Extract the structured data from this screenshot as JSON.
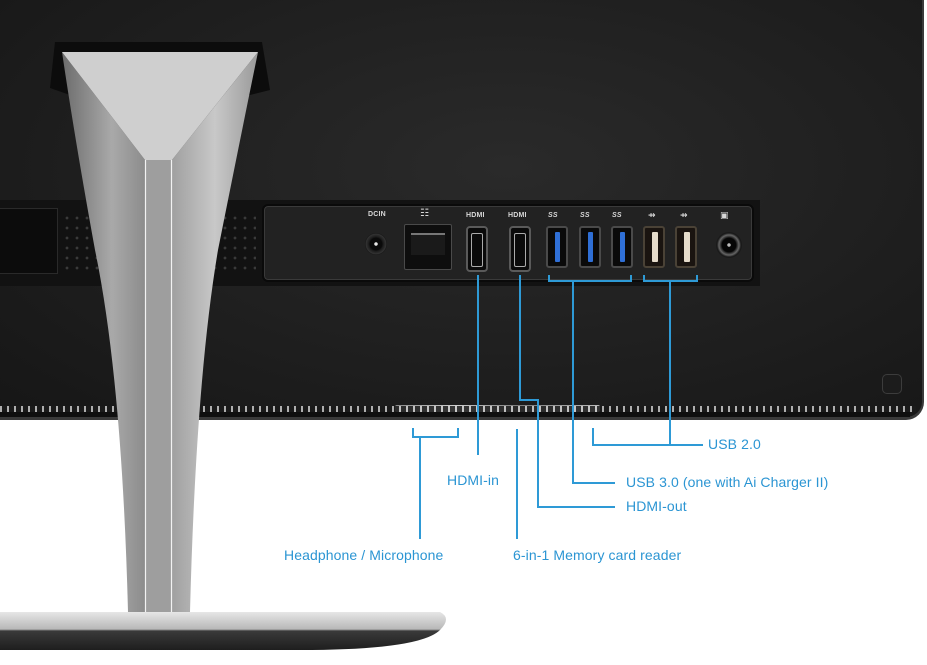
{
  "figure": {
    "subject": "All-in-one PC rear I/O panel",
    "accent_color": "#2b95d3",
    "panel_color": "#1f1f1f"
  },
  "port_labels": {
    "dc_in": "DCIN",
    "hdmi_in": "HDMI",
    "hdmi_out": "HDMI",
    "usb3_charger": "SS",
    "usb3_a": "SS",
    "usb3_b": "SS",
    "usb2_a": "⮌",
    "usb2_b": "⮌"
  },
  "ports": [
    {
      "type": "dc-in",
      "icon": "dc-in-icon"
    },
    {
      "type": "lan",
      "icon": "network-icon"
    },
    {
      "type": "hdmi-in",
      "icon": "hdmi-in-icon"
    },
    {
      "type": "hdmi-out",
      "icon": "hdmi-out-icon"
    },
    {
      "type": "usb3-ai-charger",
      "icon": "usb3-charge-icon"
    },
    {
      "type": "usb3",
      "icon": "usb3-icon"
    },
    {
      "type": "usb3",
      "icon": "usb3-icon"
    },
    {
      "type": "usb2",
      "icon": "usb-icon"
    },
    {
      "type": "usb2",
      "icon": "usb-icon"
    },
    {
      "type": "kensington-lock",
      "icon": "lock-icon"
    }
  ],
  "callouts": {
    "usb2": "USB 2.0",
    "usb3": "USB 3.0 (one with Ai Charger II)",
    "hdmi_out": "HDMI-out",
    "hdmi_in": "HDMI-in",
    "headphone_mic": "Headphone / Microphone",
    "card_reader": "6-in-1 Memory card reader"
  }
}
